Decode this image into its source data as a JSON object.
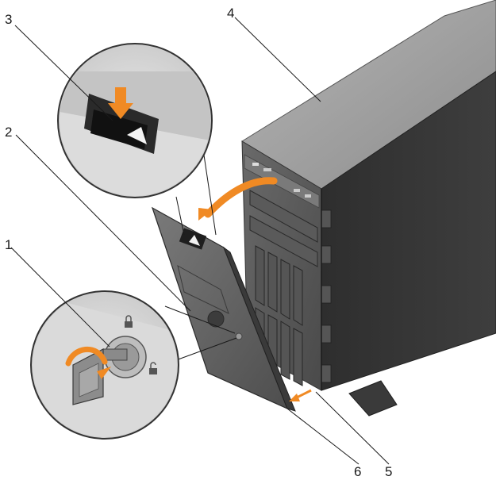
{
  "callouts": [
    {
      "id": "1",
      "label": "1"
    },
    {
      "id": "2",
      "label": "2"
    },
    {
      "id": "3",
      "label": "3"
    },
    {
      "id": "4",
      "label": "4"
    },
    {
      "id": "5",
      "label": "5"
    },
    {
      "id": "6",
      "label": "6"
    }
  ],
  "colors": {
    "arrow": "#f08a24",
    "tower_front": "#4a4a4a",
    "tower_top": "#9a9a9a",
    "bezel": "#5a5a5a",
    "magnifier_fill": "#d8d8d8"
  },
  "icons": [
    "lock-icon",
    "unlock-icon",
    "key-icon",
    "release-latch-icon"
  ]
}
